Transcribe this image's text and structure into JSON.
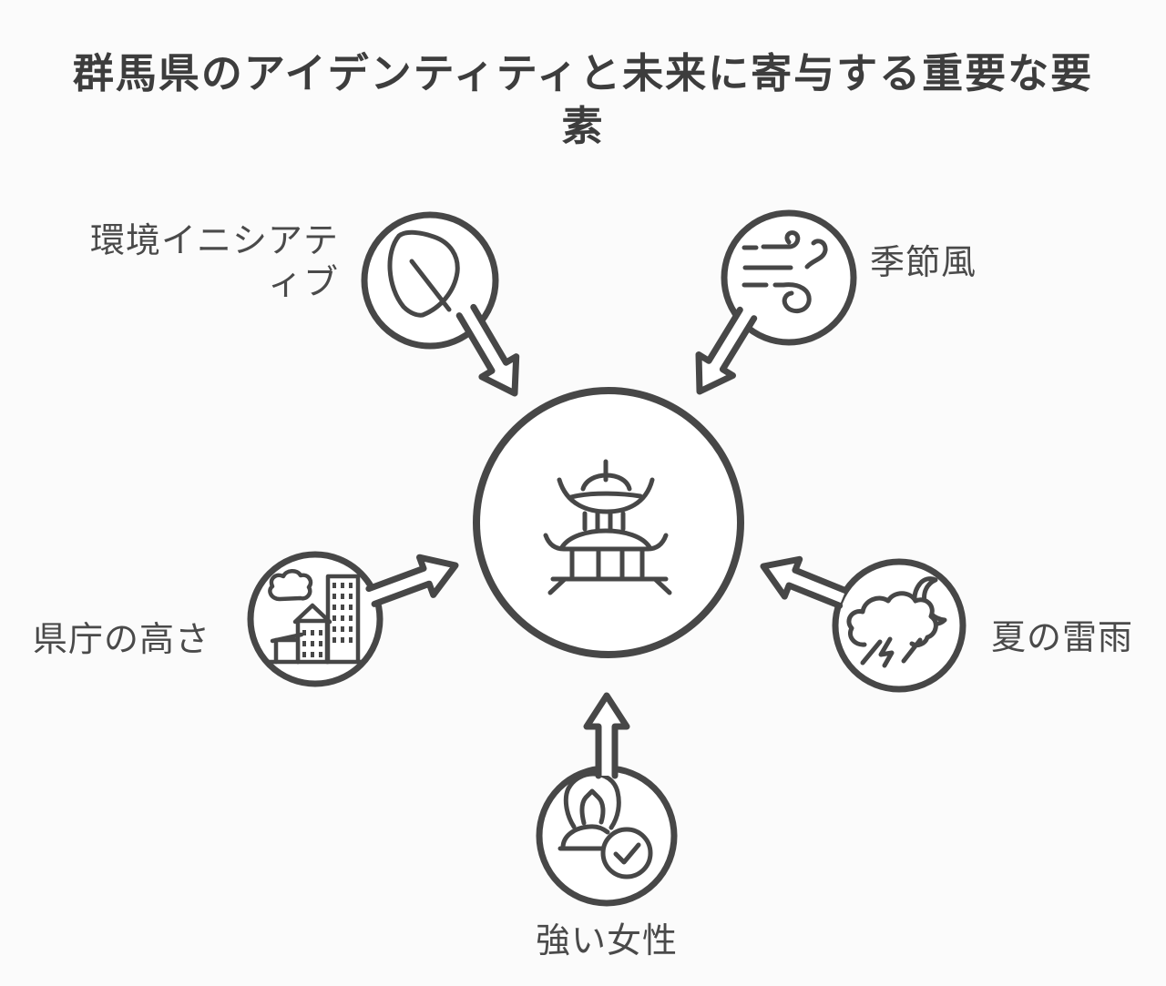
{
  "page": {
    "background": "#fbfbfb",
    "line_color": "#474747",
    "title_color": "#3d3d3d",
    "label_color": "#4a4a4a"
  },
  "title": "群馬県のアイデンティティと未来に寄与する重要な要素",
  "center": {
    "icon": "pagoda-icon",
    "meaning": "hub"
  },
  "nodes": [
    {
      "id": "environment",
      "label": "環境イニシアテ\nィブ",
      "icon": "leaf-icon",
      "position": "top-left"
    },
    {
      "id": "seasonal-wind",
      "label": "季節風",
      "icon": "wind-icon",
      "position": "top-right"
    },
    {
      "id": "office-height",
      "label": "県庁の高さ",
      "icon": "city-buildings-icon",
      "position": "left"
    },
    {
      "id": "summer-thunderstorm",
      "label": "夏の雷雨",
      "icon": "storm-cloud-moon-icon",
      "position": "right"
    },
    {
      "id": "strong-women",
      "label": "強い女性",
      "icon": "woman-check-icon",
      "position": "bottom"
    }
  ]
}
